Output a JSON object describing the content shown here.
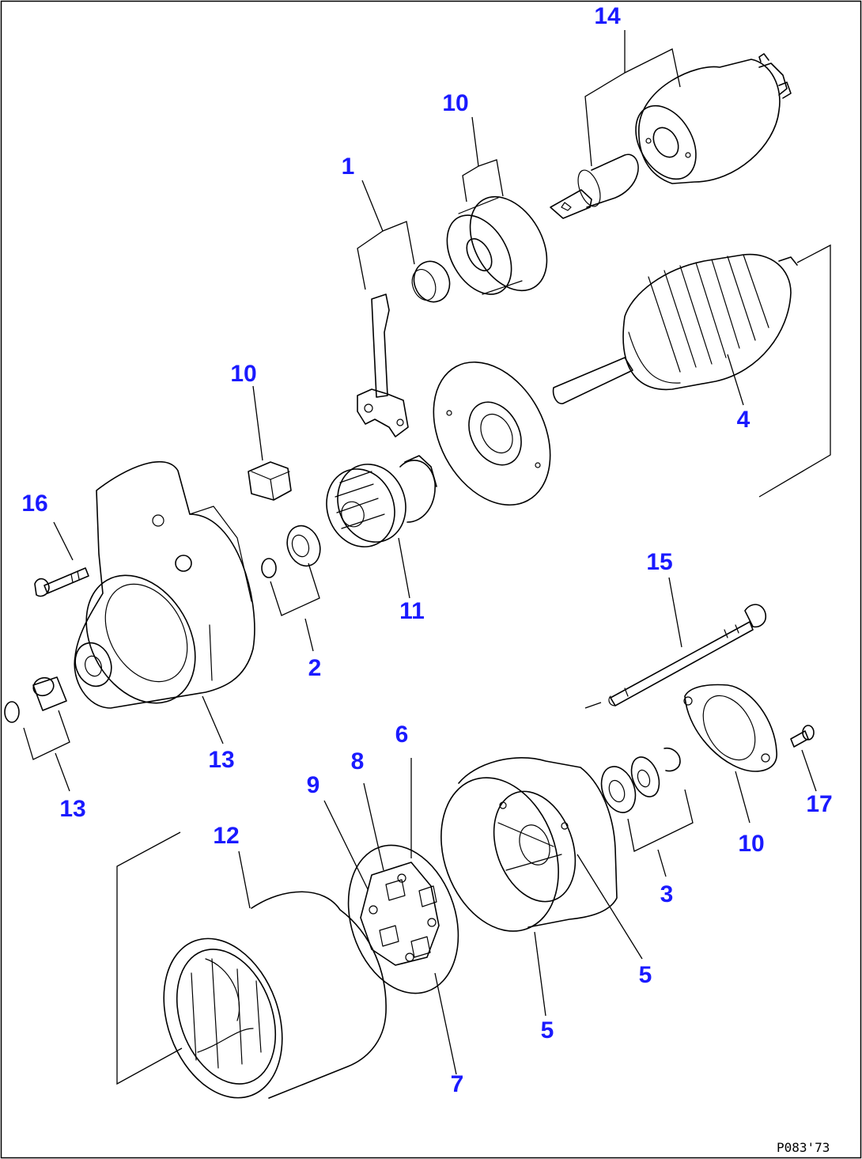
{
  "diagram": {
    "title": "",
    "code": "P083'73",
    "label_color": "#1a1aff",
    "line_color": "#000000",
    "callouts": [
      {
        "id": "c14",
        "text": "14"
      },
      {
        "id": "c10a",
        "text": "10"
      },
      {
        "id": "c1",
        "text": "1"
      },
      {
        "id": "c4",
        "text": "4"
      },
      {
        "id": "c10b",
        "text": "10"
      },
      {
        "id": "c16",
        "text": "16"
      },
      {
        "id": "c11",
        "text": "11"
      },
      {
        "id": "c2",
        "text": "2"
      },
      {
        "id": "c15",
        "text": "15"
      },
      {
        "id": "c13a",
        "text": "13"
      },
      {
        "id": "c13b",
        "text": "13"
      },
      {
        "id": "c6",
        "text": "6"
      },
      {
        "id": "c8",
        "text": "8"
      },
      {
        "id": "c9",
        "text": "9"
      },
      {
        "id": "c12",
        "text": "12"
      },
      {
        "id": "c17",
        "text": "17"
      },
      {
        "id": "c10c",
        "text": "10"
      },
      {
        "id": "c3",
        "text": "3"
      },
      {
        "id": "c5a",
        "text": "5"
      },
      {
        "id": "c5b",
        "text": "5"
      },
      {
        "id": "c7",
        "text": "7"
      }
    ],
    "parts": [
      {
        "name": "solenoid-switch",
        "icon": "solenoid-icon"
      },
      {
        "name": "plunger",
        "icon": "plunger-icon"
      },
      {
        "name": "dust-cover",
        "icon": "ring-icon"
      },
      {
        "name": "shift-lever",
        "icon": "lever-icon"
      },
      {
        "name": "armature",
        "icon": "armature-icon"
      },
      {
        "name": "center-bracket",
        "icon": "plate-icon"
      },
      {
        "name": "overrunning-clutch",
        "icon": "clutch-icon"
      },
      {
        "name": "drive-housing",
        "icon": "housing-icon"
      },
      {
        "name": "through-bolt",
        "icon": "bolt-icon"
      },
      {
        "name": "yoke",
        "icon": "yoke-icon"
      },
      {
        "name": "brush-holder",
        "icon": "brush-holder-icon"
      },
      {
        "name": "rear-cover",
        "icon": "cover-icon"
      }
    ]
  }
}
